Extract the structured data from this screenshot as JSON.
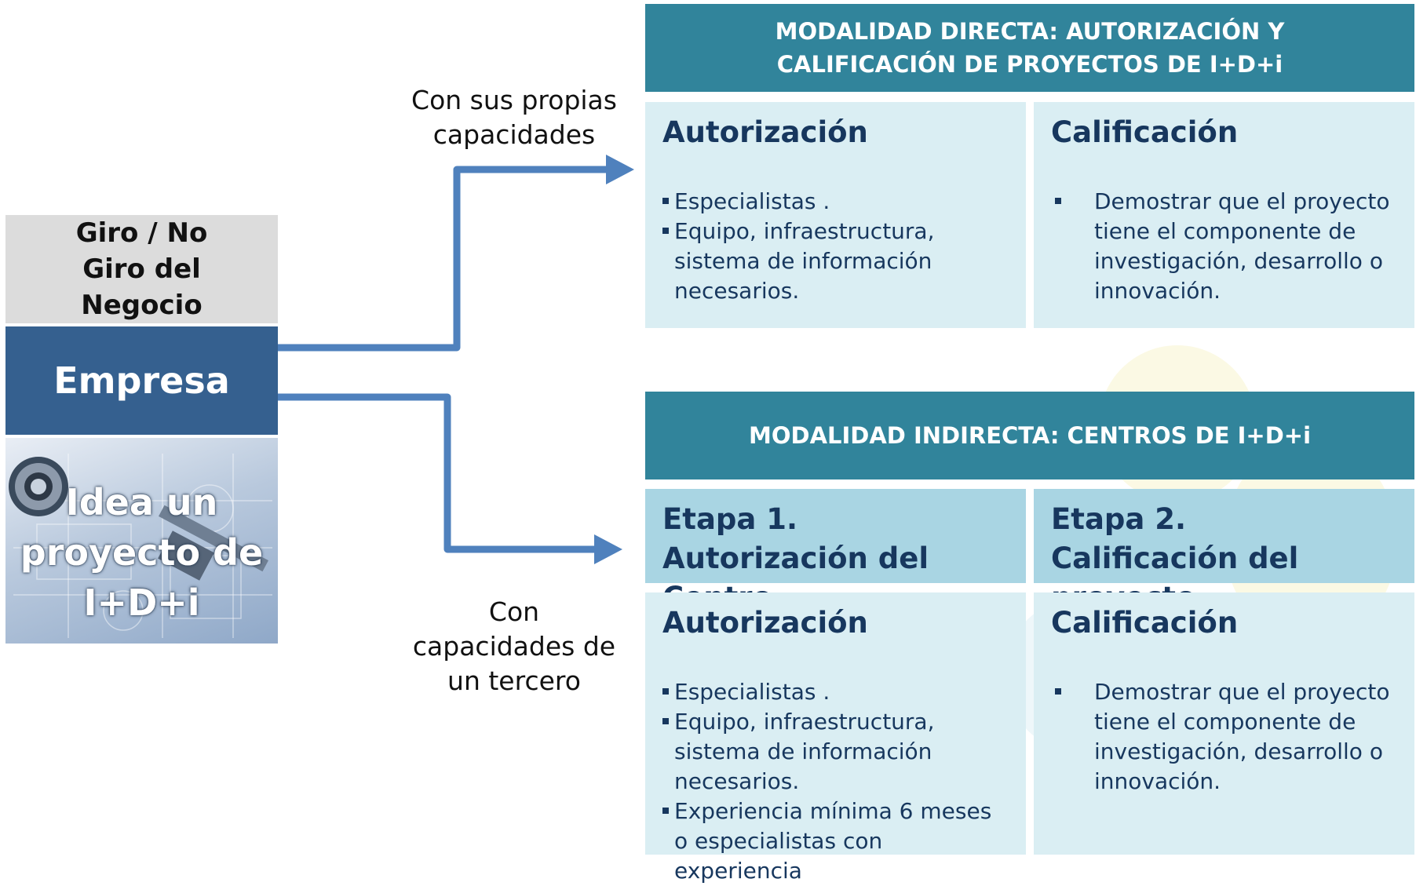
{
  "left": {
    "giro_label": "Giro / No Giro del Negocio",
    "empresa_label": "Empresa",
    "idea_label": "Idea un proyecto de I+D+i"
  },
  "flows": {
    "direct_label": "Con sus propias capacidades",
    "indirect_label": "Con capacidades de un tercero"
  },
  "directa": {
    "header": "MODALIDAD DIRECTA: AUTORIZACIÓN Y CALIFICACIÓN DE PROYECTOS DE I+D+i",
    "autorizacion": {
      "title": "Autorización",
      "items": [
        "Especialistas .",
        "Equipo, infraestructura, sistema de información necesarios."
      ]
    },
    "calificacion": {
      "title": "Calificación",
      "items": [
        "Demostrar que el proyecto tiene el componente de investigación, desarrollo o innovación."
      ]
    }
  },
  "indirecta": {
    "header": "MODALIDAD INDIRECTA: CENTROS DE I+D+i",
    "etapa1": {
      "line1": "Etapa 1.",
      "line2": "Autorización del Centro"
    },
    "etapa2": {
      "line1": "Etapa 2.",
      "line2": "Calificación del proyecto"
    },
    "autorizacion": {
      "title": "Autorización",
      "items": [
        "Especialistas .",
        "Equipo, infraestructura, sistema de información necesarios.",
        "Experiencia mínima 6 meses o especialistas con experiencia"
      ]
    },
    "calificacion": {
      "title": "Calificación",
      "items": [
        "Demostrar que el proyecto tiene el componente de investigación, desarrollo o innovación."
      ]
    }
  },
  "colors": {
    "header_teal": "#31849b",
    "panel_light": "#daeef3",
    "stage_blue": "#a9d5e3",
    "title_navy": "#17375e",
    "empresa_blue": "#35608f",
    "arrow_blue": "#4f81bd"
  }
}
